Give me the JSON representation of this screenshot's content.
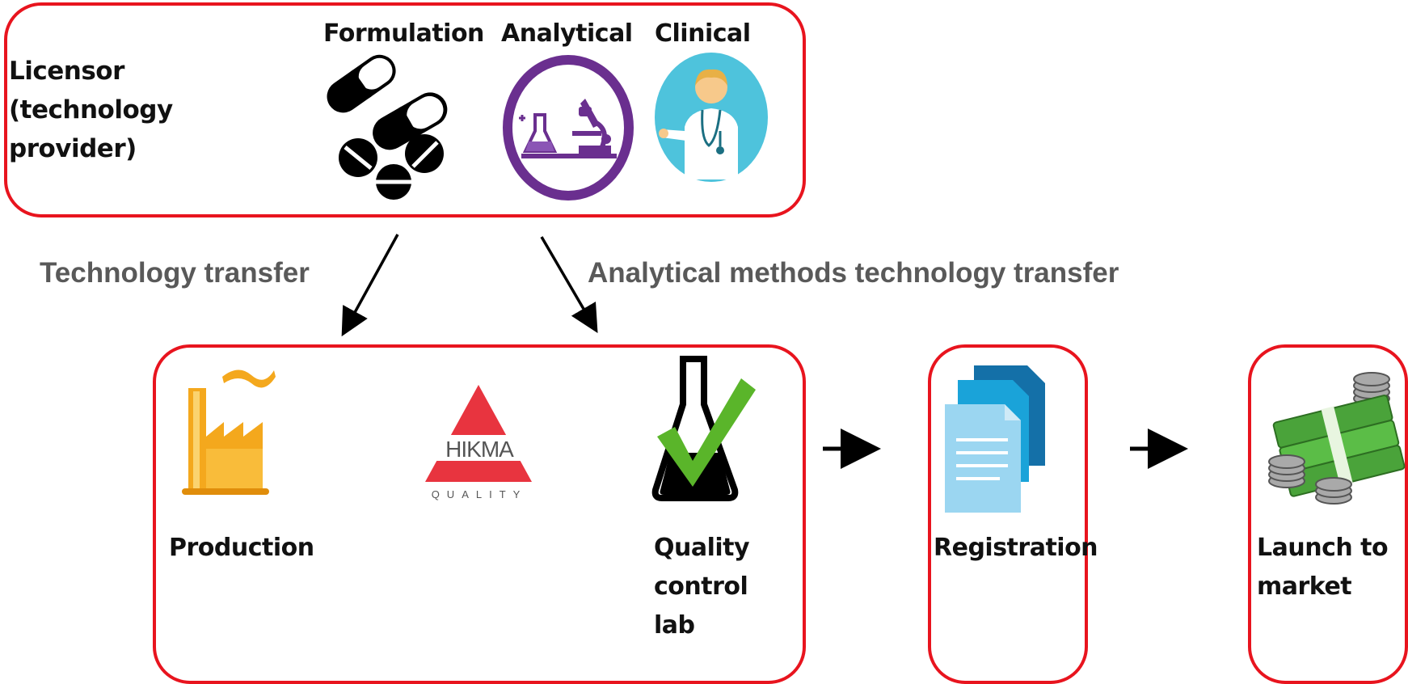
{
  "licensor": {
    "label": "Licensor (technology\nprovider)",
    "areas": [
      {
        "label": "Formulation",
        "icon": "pills-icon"
      },
      {
        "label": "Analytical",
        "icon": "lab-microscope-icon"
      },
      {
        "label": "Clinical",
        "icon": "doctor-icon"
      }
    ]
  },
  "transfers": {
    "technology": "Technology transfer",
    "analytical": "Analytical methods technology transfer"
  },
  "manufacturer": {
    "production_label": "Production",
    "logo_text": "HIKMA",
    "logo_subtext": "QUALITY",
    "qc_label": "Quality\ncontrol\nlab"
  },
  "registration": {
    "label": "Registration",
    "icon": "documents-icon"
  },
  "launch": {
    "label": "Launch to\nmarket",
    "icon": "money-icon"
  },
  "colors": {
    "border": "#e8141e",
    "flow_text": "#595959",
    "analytical_purple": "#6a2f8f",
    "clinical_blue": "#4ec3dc",
    "factory_orange": "#f4a81d",
    "check_green": "#5ab52a",
    "doc_blue": "#1aa3d9",
    "money_green": "#4aa33a"
  }
}
